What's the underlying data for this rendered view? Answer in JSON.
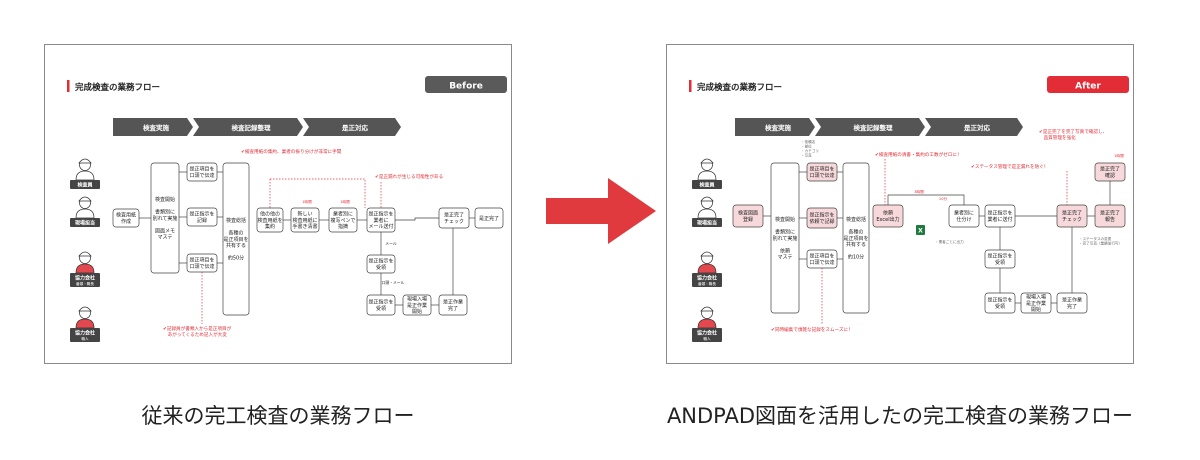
{
  "colors": {
    "accent": "#e22d36",
    "band": "#555555",
    "box_border": "#444444",
    "pink_box": "#f7d9db",
    "dotted": "#e22d36",
    "arrow": "#e03a3e"
  },
  "before": {
    "title": "完成検査の業務フロー",
    "badge": "Before",
    "phases": [
      "検査実施",
      "検査記録整理",
      "是正対応"
    ],
    "roles": [
      {
        "label": "検査員",
        "icon": "worker-icon"
      },
      {
        "label": "現場担当",
        "icon": "worker-icon"
      },
      {
        "label": "協力会社",
        "sub": "番頭・職長",
        "icon": "worker-red-icon"
      },
      {
        "label": "協力会社",
        "sub": "職人",
        "icon": "worker-red-icon"
      }
    ],
    "boxes": {
      "make_form": "検査用紙\n作成",
      "inspection_start": "検査開始\n\n書類別に\n別れて実施\n\n図面メモ\nマステ",
      "point_oral_1": "是正項目を\n口頭で伝達",
      "point_instr_record": "是正指示を\n記録",
      "point_oral_2": "是正項目を\n口頭で伝達",
      "inspection_summary": "検査総括\n\n各種の\n是正項目を\n共有する\n\n約50分",
      "other_forms": "他の他の\n検査用紙を\n集約",
      "new_forms": "新しい\n検査用紙に\n手書き清書",
      "business_copy": "業者別に\n複写ペンで\n指摘",
      "instr_send": "是正指示を\n業者に\nメール送付",
      "instr_receive": "是正指示を\n受領",
      "instr_receive_2": "是正指示を\n受領",
      "site_work_start": "現場入場\n是正作業\n開始",
      "work_done": "是正作業\n完了",
      "done_check": "是正完了\nチェック",
      "complete": "是正完了"
    },
    "labels": {
      "one_hour_a": "1時間",
      "one_hour_b": "1時間",
      "mail": "メール",
      "oral_mail": "口頭・メール"
    },
    "notes": {
      "collect": "✔検査用紙の集約、業者の振り分けが非常に手間",
      "leak": "✔是正漏れが生じる可能性がある",
      "oral": "✔記録員が書類入から是正項目が\n　あがってくるため記入が大変"
    }
  },
  "after": {
    "title": "完成検査の業務フロー",
    "badge": "After",
    "phases": [
      "検査実施",
      "検査記録整理",
      "是正対応"
    ],
    "roles": [
      {
        "label": "検査員",
        "icon": "worker-icon"
      },
      {
        "label": "現場担当",
        "icon": "worker-icon"
      },
      {
        "label": "協力会社",
        "sub": "番頭・職長",
        "icon": "worker-red-icon"
      },
      {
        "label": "協力会社",
        "sub": "職人",
        "icon": "worker-red-icon"
      }
    ],
    "boxes": {
      "register": "検査図面\n登録",
      "inspection_start": "検査開始\n\n書類別に\n別れて実施\n\n依頼\nマステ",
      "point_oral_1": "是正項目を\n口頭で伝達",
      "point_instr_record": "是正指示を\n依頼で記録",
      "point_oral_2": "是正項目を\n口頭で伝達",
      "inspection_summary": "検査総括\n\n各種の\n是正項目を\n共有する\n\n約10分",
      "excel": "依頼\nExcel出力",
      "business_send": "業者別に\n仕分け",
      "instr_send": "是正指示を\n業者に送付",
      "instr_receive": "是正指示を\n受領",
      "instr_receive_2": "是正指示を\n受領",
      "site_work_start": "現場入場\n是正作業\n開始",
      "work_done": "是正作業\n完了",
      "done_check": "是正完了\nチェック",
      "done_report": "是正完了\n報告",
      "done_confirm": "是正完了\n確認"
    },
    "labels": {
      "three_min": "3時間",
      "ten_min": "10分",
      "one_hour": "1時間",
      "attrs": "・依頼名\n・部位\n・カテゴリ\n・写真",
      "excel_note": "・業者ごとに出力",
      "status_note": "・ステータスの変更\n・完了写真（業績並行可）"
    },
    "notes": {
      "collect": "✔検査用紙の清書・集約の工数がゼロに！",
      "status": "✔ステータス管理で是正漏れを防ぐ！",
      "photo": "✔是正完了を完了写真で確認し、\n　品質管理を強化",
      "smooth": "✔同時編集で煩雑な記録をスムーズに！"
    }
  },
  "captions": {
    "left": "従来の完工検査の業務フロー",
    "right": "ANDPAD図面を活用したの完工検査の業務フロー"
  }
}
